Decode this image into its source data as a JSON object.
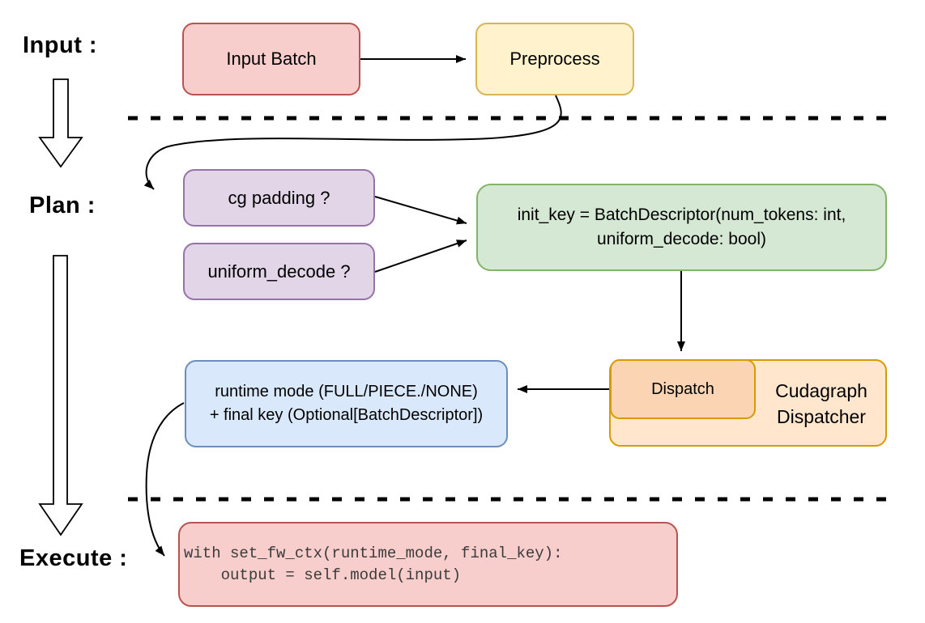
{
  "sections": {
    "input_label": "Input :",
    "plan_label": "Plan :",
    "execute_label": "Execute :"
  },
  "nodes": {
    "input_batch": {
      "label": "Input Batch"
    },
    "preprocess": {
      "label": "Preprocess"
    },
    "cg_padding": {
      "label": "cg padding ?"
    },
    "uniform_decode": {
      "label": "uniform_decode ?"
    },
    "init_key": {
      "line1": "init_key = BatchDescriptor(num_tokens: int,",
      "line2": "uniform_decode: bool)"
    },
    "dispatch": {
      "label": "Dispatch"
    },
    "cudagraph_dispatcher": {
      "line1": "Cudagraph",
      "line2": "Dispatcher"
    },
    "runtime_mode": {
      "line1": "runtime mode (FULL/PIECE./NONE)",
      "line2": "+ final key (Optional[BatchDescriptor])"
    },
    "execute_code": {
      "line1": "with set_fw_ctx(runtime_mode, final_key):",
      "line2": "    output = self.model(input)"
    }
  },
  "edges": [
    {
      "from": "input_batch",
      "to": "preprocess",
      "style": "straight-arrow"
    },
    {
      "from": "preprocess",
      "to": "cg_padding",
      "style": "curved-arrow"
    },
    {
      "from": "cg_padding",
      "to": "init_key",
      "style": "straight-arrow"
    },
    {
      "from": "uniform_decode",
      "to": "init_key",
      "style": "straight-arrow"
    },
    {
      "from": "init_key",
      "to": "dispatch",
      "style": "straight-arrow"
    },
    {
      "from": "dispatch",
      "to": "runtime_mode",
      "style": "straight-arrow"
    },
    {
      "from": "runtime_mode",
      "to": "execute_code",
      "style": "curved-arrow"
    }
  ],
  "separators": [
    {
      "name": "dashed-line-input-plan"
    },
    {
      "name": "dashed-line-plan-execute"
    }
  ],
  "colors": {
    "red_fill": "#f8cecc",
    "red_stroke": "#b85450",
    "yellow_fill": "#fff2cc",
    "yellow_stroke": "#d6b656",
    "purple_fill": "#e1d5e7",
    "purple_stroke": "#9673a6",
    "green_fill": "#d5e8d4",
    "green_stroke": "#82b366",
    "blue_fill": "#dae8fc",
    "blue_stroke": "#6c8ebf",
    "orange_fill": "#ffe6cc",
    "orange_inner_fill": "#fbd5b3",
    "orange_stroke": "#d79b00",
    "line": "#000000",
    "code_text": "#3b3b3b",
    "background": "#ffffff"
  }
}
